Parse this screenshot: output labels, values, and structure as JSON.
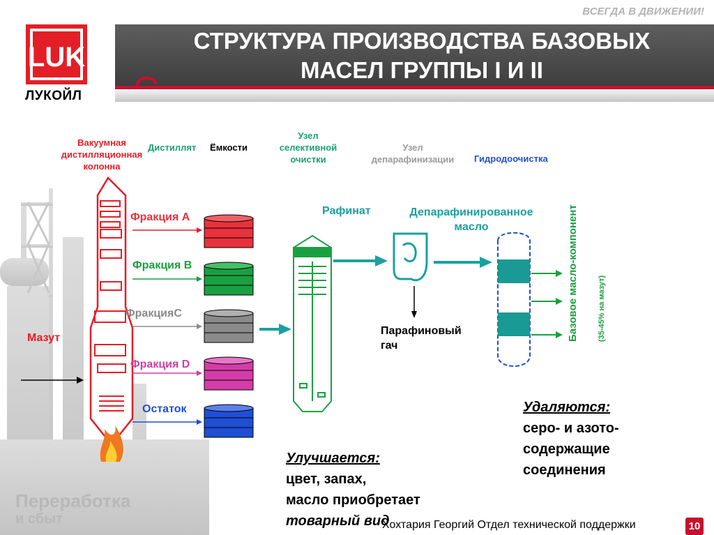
{
  "header": {
    "slogan": "ВСЕГДА В ДВИЖЕНИИ!",
    "title_line1": "СТРУКТУРА ПРОИЗВОДСТВА БАЗОВЫХ",
    "title_line2": "МАСЕЛ ГРУППЫ I И II"
  },
  "logo": {
    "mark": "LUK",
    "name": "ЛУКОЙЛ"
  },
  "diagram": {
    "column_label": "Вакуумная дистилляционная колонна",
    "distillate_label": "Дистиллят",
    "tanks_label": "Ёмкости",
    "selective_label": "Узел селективной очистки",
    "dewax_label": "Узел депарафинизации",
    "hydro_label": "Гидродоочистка",
    "feed_label": "Мазут",
    "fractions": [
      {
        "label": "Фракция А",
        "color": "#e8323c"
      },
      {
        "label": "Фракция В",
        "color": "#1aa040"
      },
      {
        "label": "ФракцияС",
        "color": "#8a8a8a"
      },
      {
        "label": "Фракция D",
        "color": "#d43ca8"
      },
      {
        "label": "Остаток",
        "color": "#1f4fd6"
      }
    ],
    "raffinate_label": "Рафинат",
    "dewaxed_label": "Депарафинированное масло",
    "wax_label": "Парафиновый гач",
    "product_label": "Базовое масло-компонент",
    "product_sub": "(35-45% на мазут)",
    "colors": {
      "red": "#e41e26",
      "green": "#1aa075",
      "teal": "#1aa0a0",
      "blue": "#1f4fd6",
      "gray": "#9a9a9a"
    }
  },
  "notes": {
    "improves_title": "Улучшается:",
    "improves_lines": [
      "цвет, запах,",
      "масло приобретает",
      "товарный вид"
    ],
    "removed_title": "Удаляются:",
    "removed_lines": [
      "серо- и азото-",
      "содержащие",
      "соединения"
    ]
  },
  "footer": {
    "author": "Хохтария Георгий Отдел технической поддержки",
    "page": "10",
    "brand_line1": "Переработка",
    "brand_line2": "и сбыт"
  }
}
